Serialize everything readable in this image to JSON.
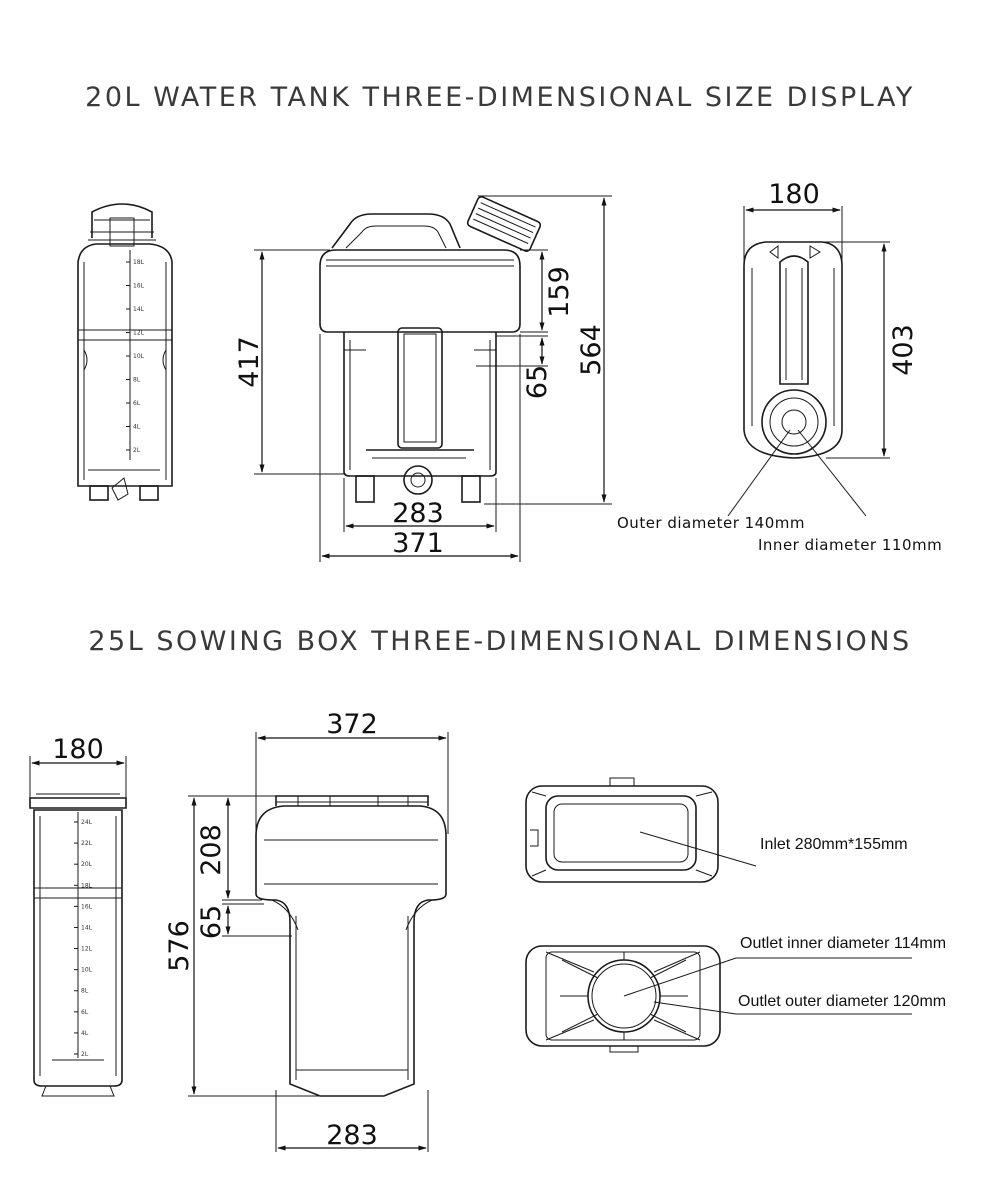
{
  "section1": {
    "title": "20L WATER TANK THREE-DIMENSIONAL SIZE DISPLAY",
    "dims": {
      "height_417": "417",
      "height_159": "159",
      "height_65": "65",
      "height_564": "564",
      "width_283": "283",
      "width_371": "371",
      "width_180": "180",
      "height_403": "403"
    },
    "notes": {
      "outer": "Outer diameter 140mm",
      "inner": "Inner diameter 110mm"
    },
    "scale_marks": [
      "18L",
      "16L",
      "14L",
      "12L",
      "10L",
      "8L",
      "6L",
      "4L",
      "2L"
    ]
  },
  "section2": {
    "title": "25L SOWING BOX THREE-DIMENSIONAL DIMENSIONS",
    "dims": {
      "width_180": "180",
      "width_372": "372",
      "height_208": "208",
      "height_65": "65",
      "height_576": "576",
      "width_283": "283"
    },
    "notes": {
      "inlet": "Inlet 280mm*155mm",
      "outlet_inner": "Outlet inner diameter 114mm",
      "outlet_outer": "Outlet outer diameter 120mm"
    },
    "scale_marks": [
      "24L",
      "22L",
      "20L",
      "18L",
      "16L",
      "14L",
      "12L",
      "10L",
      "8L",
      "6L",
      "4L",
      "2L"
    ]
  }
}
